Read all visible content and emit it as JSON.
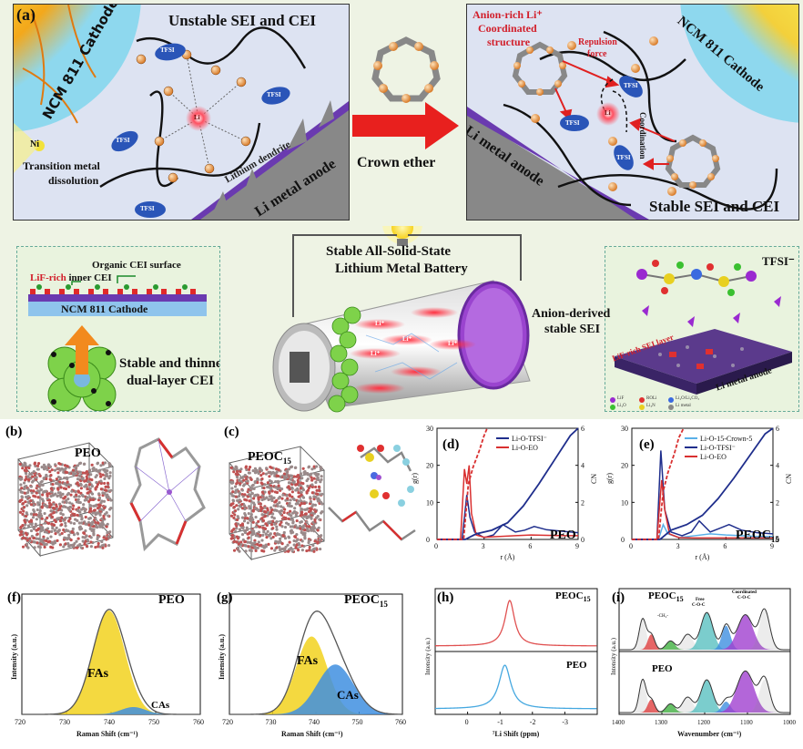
{
  "panel_a": {
    "label": "(a)",
    "left_box": {
      "cathode": "NCM 811 Cathode",
      "title": "Unstable SEI and CEI",
      "tfsi": "TFSI",
      "li": "Li",
      "dendrite": "Lithium dendrite",
      "anode": "Li metal anode",
      "ni": "Ni",
      "tm_line1": "Transition metal",
      "tm_line2": "dissolution"
    },
    "crown_ether": "Crown ether",
    "right_box": {
      "title_line1": "Anion-rich Li⁺",
      "title_line2": "Coordinated",
      "title_line3": "structure",
      "repulsion_line1": "Repulsion",
      "repulsion_line2": "force",
      "coordination": "Coordination",
      "cathode": "NCM 811 Cathode",
      "anode": "Li metal anode",
      "stable": "Stable SEI and CEI",
      "tfsi": "TFSI",
      "li": "Li"
    },
    "battery": {
      "title_line1": "Stable All-Solid-State",
      "title_line2": "Lithium Metal Battery",
      "li": "Li⁺"
    },
    "cei_box": {
      "organic": "Organic CEI surface",
      "lif": "LiF-rich",
      "inner": " inner CEI",
      "cathode": "NCM 811 Cathode",
      "stable_line1": "Stable and thinner",
      "stable_line2": "dual-layer CEI"
    },
    "sei_box": {
      "tfsi": "TFSI⁻",
      "anion_line1": "Anion-derived",
      "anion_line2": "stable SEI",
      "lif_layer": "LiF-rich SEI layer",
      "anode": "Li metal anode",
      "legend": [
        "LiF",
        "Li₂O",
        "ROLi",
        "Li₃N",
        "Li₂O/Li₂CO₃",
        "Li metal"
      ]
    }
  },
  "panel_b": {
    "label": "(b)",
    "name": "PEO"
  },
  "panel_c": {
    "label": "(c)",
    "name": "PEOC",
    "sub": "15"
  },
  "panel_d": {
    "label": "(d)",
    "system": "PEO"
  },
  "panel_e": {
    "label": "(e)",
    "system": "PEOC",
    "sub": "15"
  },
  "panel_f": {
    "label": "(f)",
    "system": "PEO",
    "fas": "FAs",
    "cas": "CAs"
  },
  "panel_g": {
    "label": "(g)",
    "system": "PEOC",
    "sub": "15",
    "fas": "FAs",
    "cas": "CAs"
  },
  "panel_h": {
    "label": "(h)",
    "top": "PEOC",
    "sub": "15",
    "bottom": "PEO"
  },
  "panel_i": {
    "label": "(i)",
    "top": "PEOC",
    "sub": "15",
    "bottom": "PEO",
    "free_line1": "Free",
    "free_line2": "C-O-C",
    "coord_line1": "Coordinated",
    "coord_line2": "C-O-C",
    "ch2": "-CH₂-"
  },
  "chart_data": [
    {
      "type": "line",
      "panel": "d",
      "xlabel": "r (Å)",
      "ylabel": "g(r)",
      "y2label": "CN",
      "xlim": [
        0,
        9
      ],
      "ylim": [
        0,
        30
      ],
      "y2lim": [
        0,
        6
      ],
      "xticks": [
        0,
        3,
        6,
        9
      ],
      "yticks": [
        0,
        10,
        20,
        30
      ],
      "y2ticks": [
        0,
        2,
        4,
        6
      ],
      "series": [
        {
          "name": "Li-O-TFSI⁻",
          "color": "#1f2e8c",
          "x": [
            0,
            1.6,
            1.9,
            2.1,
            2.4,
            3.0,
            3.6,
            4.2,
            5.0,
            5.6,
            6.2,
            7.0,
            8.0,
            9.0
          ],
          "y": [
            0,
            0,
            12,
            6,
            2,
            0.5,
            1.2,
            4,
            2,
            2.5,
            3.5,
            2.6,
            2.2,
            1.8
          ]
        },
        {
          "name": "Li-O-EO",
          "color": "#d93030",
          "x": [
            0,
            1.5,
            1.75,
            1.9,
            2.05,
            2.2,
            2.5,
            3.0,
            4.0,
            5.0,
            6.0,
            7.0,
            8.0,
            9.0
          ],
          "y": [
            0,
            0,
            19,
            15,
            20,
            7,
            1.2,
            0.6,
            0.8,
            1.0,
            1.2,
            1.1,
            1.0,
            1.0
          ]
        }
      ],
      "cn_series": [
        {
          "name": "Li-O-TFSI⁻ CN",
          "color": "#1f2e8c",
          "x": [
            0,
            1.8,
            2.5,
            3.5,
            4.5,
            5.5,
            6.5,
            7.5,
            8.5,
            9.0
          ],
          "y": [
            0,
            0,
            0.3,
            0.5,
            0.9,
            1.8,
            3.0,
            4.3,
            5.6,
            6.0
          ]
        },
        {
          "name": "Li-O-EO CN",
          "color": "#d93030",
          "x": [
            0,
            1.7,
            2.0,
            2.3,
            2.7,
            3.0,
            3.2
          ],
          "y": [
            0,
            0,
            3.0,
            3.9,
            4.8,
            5.6,
            6.0
          ]
        }
      ]
    },
    {
      "type": "line",
      "panel": "e",
      "xlabel": "r (Å)",
      "ylabel": "g(r)",
      "y2label": "CN",
      "xlim": [
        0,
        9
      ],
      "ylim": [
        0,
        30
      ],
      "y2lim": [
        0,
        6
      ],
      "xticks": [
        0,
        3,
        6,
        9
      ],
      "yticks": [
        0,
        10,
        20,
        30
      ],
      "y2ticks": [
        0,
        2,
        4,
        6
      ],
      "series": [
        {
          "name": "Li-O-15-Crown-5",
          "color": "#5ab0e8",
          "x": [
            0,
            1.7,
            2.0,
            2.3,
            3.0,
            4.0,
            5.0,
            6.0,
            7.0,
            8.0,
            9.0
          ],
          "y": [
            0,
            0,
            4,
            1.5,
            0.5,
            1.0,
            1.5,
            1.2,
            1.0,
            0.8,
            0.8
          ]
        },
        {
          "name": "Li-O-TFSI⁻",
          "color": "#1f2e8c",
          "x": [
            0,
            1.6,
            1.85,
            2.1,
            2.5,
            3.2,
            3.8,
            4.3,
            5.0,
            5.6,
            6.2,
            7.0,
            8.0,
            9.0
          ],
          "y": [
            0,
            0,
            24,
            8,
            2,
            1,
            2,
            5,
            2,
            3,
            4,
            2.5,
            1.8,
            1.5
          ]
        },
        {
          "name": "Li-O-EO",
          "color": "#d93030",
          "x": [
            0,
            1.6,
            1.9,
            2.1,
            2.4,
            3.0,
            4.0,
            5.0,
            6.0,
            7.0,
            8.0,
            9.0
          ],
          "y": [
            0,
            0,
            16,
            8,
            1.5,
            0.5,
            0.4,
            0.4,
            0.4,
            0.4,
            0.4,
            0.4
          ]
        }
      ],
      "cn_series": [
        {
          "name": "Li-O-TFSI⁻ CN",
          "color": "#1f2e8c",
          "x": [
            0,
            1.8,
            2.5,
            3.5,
            4.5,
            5.5,
            6.5,
            7.5,
            8.5,
            9.0
          ],
          "y": [
            0,
            0,
            0.5,
            0.8,
            1.3,
            2.2,
            3.3,
            4.5,
            5.7,
            6.0
          ]
        },
        {
          "name": "Li-O-EO CN",
          "color": "#d93030",
          "x": [
            0,
            1.7,
            2.0,
            2.3,
            2.7,
            3.0,
            3.3
          ],
          "y": [
            0,
            0,
            2.6,
            3.6,
            4.6,
            5.5,
            6.0
          ]
        }
      ]
    },
    {
      "type": "area",
      "panel": "f",
      "xlabel": "Raman Shift (cm⁻¹)",
      "ylabel": "Intensity (a.u.)",
      "xlim": [
        720,
        760
      ],
      "xticks": [
        720,
        730,
        740,
        750,
        760
      ],
      "series": [
        {
          "name": "FAs",
          "color": "#f2d21e",
          "center": 739.5,
          "width": 3.6,
          "height": 1.0
        },
        {
          "name": "CAs",
          "color": "#3f8fe0",
          "center": 745.0,
          "width": 2.8,
          "height": 0.07
        }
      ]
    },
    {
      "type": "area",
      "panel": "g",
      "xlabel": "Raman Shift (cm⁻¹)",
      "ylabel": "Intensity (a.u.)",
      "xlim": [
        720,
        760
      ],
      "xticks": [
        720,
        730,
        740,
        750,
        760
      ],
      "series": [
        {
          "name": "FAs",
          "color": "#f2d21e",
          "center": 739.0,
          "width": 3.6,
          "height": 0.75
        },
        {
          "name": "CAs",
          "color": "#3f8fe0",
          "center": 744.5,
          "width": 4.2,
          "height": 0.48
        }
      ]
    },
    {
      "type": "line",
      "panel": "h",
      "xlabel": "⁷Li Shift (ppm)",
      "ylabel": "Intensity (a.u.)",
      "xlim": [
        1,
        -4
      ],
      "xticks": [
        0,
        -1,
        -2,
        -3
      ],
      "series": [
        {
          "name": "PEOC15",
          "color": "#e05050",
          "center": -1.3,
          "width": 0.18
        },
        {
          "name": "PEO",
          "color": "#45a8e0",
          "center": -1.15,
          "width": 0.22
        }
      ]
    },
    {
      "type": "area",
      "panel": "i",
      "xlabel": "Wavenumber (cm⁻¹)",
      "ylabel": "Intensity (a.u.)",
      "xlim": [
        1400,
        1000
      ],
      "xticks": [
        1400,
        1300,
        1200,
        1100,
        1000
      ],
      "series": [
        {
          "name": "PEOC15",
          "peaks": [
            {
              "center": 1345,
              "width": 8,
              "height": 0.7,
              "color": "#888"
            },
            {
              "center": 1325,
              "width": 8,
              "height": 0.35,
              "color": "#e04040"
            },
            {
              "center": 1280,
              "width": 10,
              "height": 0.2,
              "color": "#40b040"
            },
            {
              "center": 1240,
              "width": 12,
              "height": 0.35,
              "color": "#888"
            },
            {
              "center": 1195,
              "width": 14,
              "height": 0.85,
              "color": "#5ac0c0"
            },
            {
              "center": 1150,
              "width": 10,
              "height": 0.55,
              "color": "#3f8fe0"
            },
            {
              "center": 1105,
              "width": 18,
              "height": 0.8,
              "color": "#a040d0"
            },
            {
              "center": 1060,
              "width": 12,
              "height": 0.9,
              "color": "#888"
            }
          ]
        },
        {
          "name": "PEO",
          "peaks": [
            {
              "center": 1345,
              "width": 8,
              "height": 0.75,
              "color": "#888"
            },
            {
              "center": 1325,
              "width": 8,
              "height": 0.3,
              "color": "#e04040"
            },
            {
              "center": 1280,
              "width": 10,
              "height": 0.2,
              "color": "#40b040"
            },
            {
              "center": 1240,
              "width": 12,
              "height": 0.35,
              "color": "#888"
            },
            {
              "center": 1195,
              "width": 14,
              "height": 0.75,
              "color": "#5ac0c0"
            },
            {
              "center": 1150,
              "width": 10,
              "height": 0.25,
              "color": "#3f8fe0"
            },
            {
              "center": 1105,
              "width": 20,
              "height": 0.95,
              "color": "#a040d0"
            },
            {
              "center": 1060,
              "width": 12,
              "height": 0.75,
              "color": "#888"
            }
          ]
        }
      ]
    }
  ]
}
